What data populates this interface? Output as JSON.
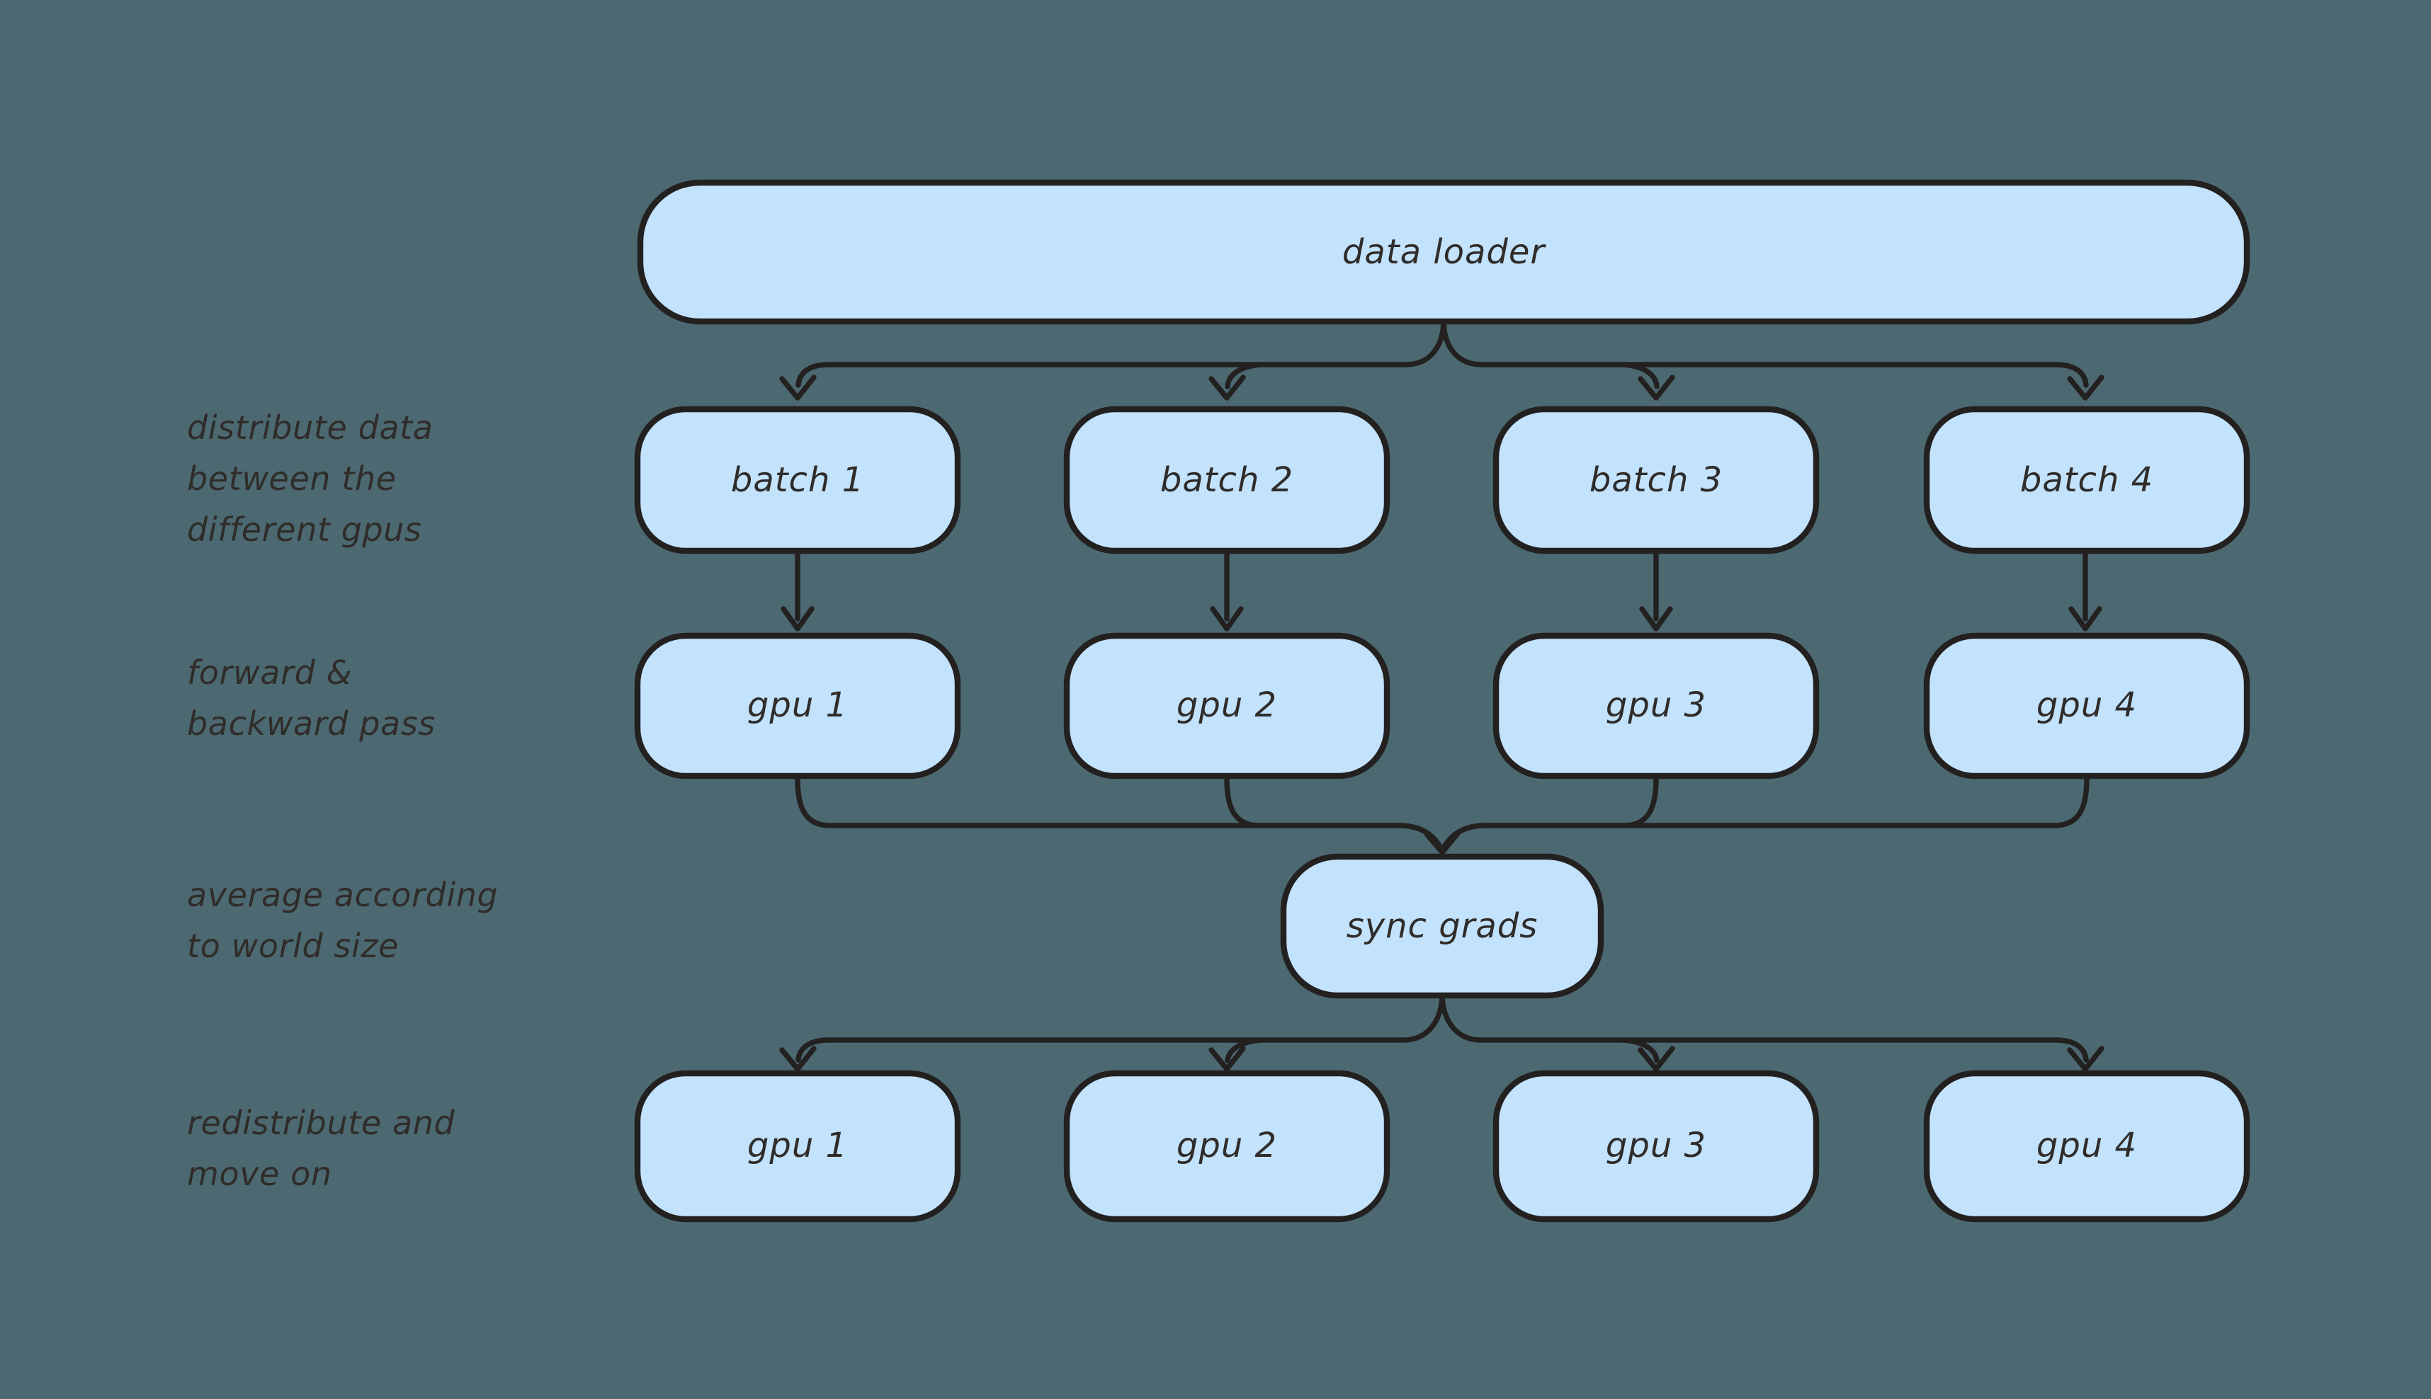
{
  "colors": {
    "background": "#4c6971",
    "node_fill": "#c3e2fc",
    "node_stroke": "#232020",
    "edge_stroke": "#232020",
    "text": "#2f2c2a"
  },
  "nodes": {
    "data_loader": "data loader",
    "batches": [
      "batch 1",
      "batch 2",
      "batch 3",
      "batch 4"
    ],
    "gpus_mid": [
      "gpu 1",
      "gpu 2",
      "gpu 3",
      "gpu 4"
    ],
    "sync": "sync grads",
    "gpus_bottom": [
      "gpu 1",
      "gpu 2",
      "gpu 3",
      "gpu 4"
    ]
  },
  "annotations": [
    {
      "lines": [
        "distribute data",
        "between the",
        "different gpus"
      ]
    },
    {
      "lines": [
        "forward &",
        "backward pass"
      ]
    },
    {
      "lines": [
        "average according",
        "to world size"
      ]
    },
    {
      "lines": [
        "redistribute and",
        "move on"
      ]
    }
  ],
  "edges": [
    {
      "from": "data loader",
      "to": "batch 1"
    },
    {
      "from": "data loader",
      "to": "batch 2"
    },
    {
      "from": "data loader",
      "to": "batch 3"
    },
    {
      "from": "data loader",
      "to": "batch 4"
    },
    {
      "from": "batch 1",
      "to": "gpu 1"
    },
    {
      "from": "batch 2",
      "to": "gpu 2"
    },
    {
      "from": "batch 3",
      "to": "gpu 3"
    },
    {
      "from": "batch 4",
      "to": "gpu 4"
    },
    {
      "from": "gpu 1",
      "to": "sync grads"
    },
    {
      "from": "gpu 2",
      "to": "sync grads"
    },
    {
      "from": "gpu 3",
      "to": "sync grads"
    },
    {
      "from": "gpu 4",
      "to": "sync grads"
    },
    {
      "from": "sync grads",
      "to": "gpu 1 (bottom)"
    },
    {
      "from": "sync grads",
      "to": "gpu 2 (bottom)"
    },
    {
      "from": "sync grads",
      "to": "gpu 3 (bottom)"
    },
    {
      "from": "sync grads",
      "to": "gpu 4 (bottom)"
    }
  ]
}
